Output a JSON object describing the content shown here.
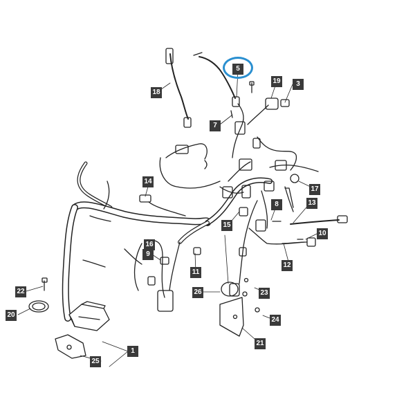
{
  "diagram": {
    "highlighted_part": "5",
    "highlight_color": "#2a8fd0",
    "label_color": "#3a3a3a",
    "callouts": [
      "1",
      "3",
      "5",
      "7",
      "8",
      "9",
      "10",
      "11",
      "12",
      "13",
      "14",
      "15",
      "16",
      "17",
      "18",
      "19",
      "20",
      "21",
      "22",
      "23",
      "24",
      "25",
      "26"
    ]
  }
}
